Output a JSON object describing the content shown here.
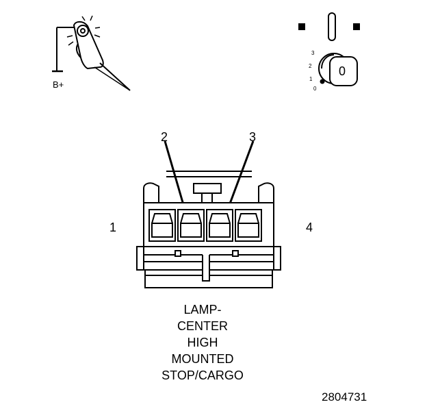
{
  "probe": {
    "label": "B+"
  },
  "ignition": {
    "positions": [
      "3",
      "2",
      "1",
      "0"
    ],
    "key_letter": "0"
  },
  "pins": {
    "left": "1",
    "right": "4",
    "top_a": "2",
    "top_b": "3"
  },
  "caption": {
    "lines": [
      "LAMP-",
      "CENTER",
      "HIGH",
      "MOUNTED",
      "STOP/CARGO"
    ]
  },
  "figure_number": "2804731"
}
